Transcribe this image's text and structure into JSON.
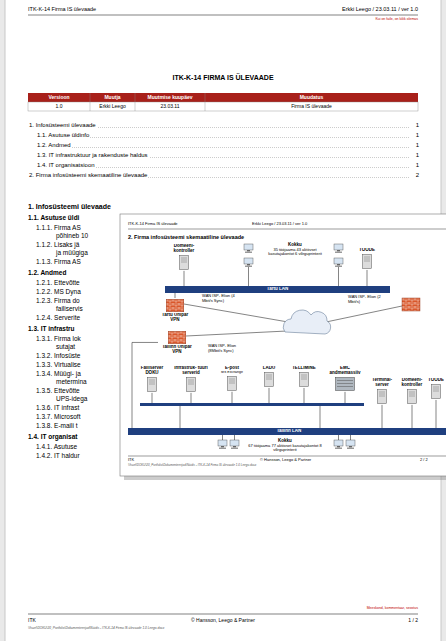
{
  "diagram": {
    "title": "ITK-K-14 FIRMA IS ÜLEVAADE",
    "nodes": [
      {
        "text": [
          "2. Firma infosüsteemi skemaatiline ülevaade"
        ]
      },
      {
        "text": [
          "Domeeni- kontroller"
        ],
        "in": 0
      },
      {
        "text": [
          "TOODE"
        ],
        "in": 0
      },
      {
        "text": [
          "Tartu LAN"
        ],
        "in": 0
      },
      {
        "text": [
          "Tartu Unipar VPN"
        ],
        "in": 0
      },
      {
        "text": [
          "Tallinn Unipar VPN"
        ],
        "in": 0
      },
      {
        "text": [
          "Failiserver DOKU"
        ],
        "in": 0
      },
      {
        "text": [
          "Infrastruk- tuuri serverid"
        ],
        "in": 0
      },
      {
        "text": [
          "E-post",
          "MS Exchange"
        ],
        "in": 0
      },
      {
        "text": [
          "LADU"
        ],
        "in": 0
      },
      {
        "text": [
          "TELLIMINE"
        ],
        "in": 0
      },
      {
        "text": [
          "EMC andmemassiiv"
        ],
        "in": 0
      },
      {
        "text": [
          "Terminal- server"
        ],
        "in": 0
      },
      {
        "text": [
          "Domeeni- kontroller"
        ],
        "in": 0
      },
      {
        "text": [
          "TOODE"
        ],
        "in": 0
      },
      {
        "text": [
          "Tallinn LAN"
        ],
        "in": 0
      }
    ],
    "edges": [
      {
        "from": 1,
        "to": 3,
        "arrow": "none"
      },
      {
        "from": 2,
        "to": 3,
        "arrow": "none"
      },
      {
        "from": 3,
        "to": 4,
        "arrow": "none"
      },
      {
        "from": 5,
        "to": 15,
        "arrow": "none"
      },
      {
        "from": 12,
        "to": 15,
        "arrow": "none"
      },
      {
        "from": 13,
        "to": 15,
        "arrow": "none"
      },
      {
        "from": 14,
        "to": 15,
        "arrow": "none"
      }
    ],
    "labels": [
      "ITK-K-14 Firma IS ülevaade",
      "Erkki Leego / 23.03.11 / ver 1.0",
      "Kui on faile, on kõik olemas",
      "Versioon",
      "Muutja",
      "Muutmise kuupäev",
      "Muudatus",
      "1.0",
      "Erkki Leego",
      "23.03.11",
      "Firma IS ülevaade",
      "1. Infosüsteemi ülevaade",
      "1",
      "1.1. Asutuse üldinfo",
      "1",
      "1.2. Andmed",
      "1",
      "1.3. IT infrastruktuur ja rakenduste haldus",
      "1",
      "1.4. IT organisatsioon",
      "1",
      "2. Firma infosüsteemi skemaatiline ülevaade",
      "2",
      "1. Infosüsteemi ülevaade",
      "1.1. Asutuse üldi",
      "1.1.1. Firma AS",
      "põhineb 10",
      "1.1.2. Lisaks jä",
      "ja müügiga",
      "1.1.3. Firma AS",
      "1.2. Andmed",
      "1.2.1. Ettevõtte",
      "1.2.2. MS Dyna",
      "1.2.3. Firma do",
      "failiservis",
      "1.2.4. Serverite",
      "1.3. IT infrastru",
      "1.3.1. Firma lok",
      "sutajat",
      "1.3.2. Infosüste",
      "1.3.3. Virtualise",
      "1.3.4. Müügi- ja",
      "metermina",
      "1.3.5. Ettevõtte",
      "UPS-idega",
      "1.3.6. IT infrast",
      "1.3.7. Microsoft",
      "1.3.8. E-maili t",
      "1.4. IT organisat",
      "1.4.1. Asutuse",
      "1.4.2. IT haldur",
      "Meeskond, kommentaar, seostus",
      "ITK",
      "© Hansson, Leego & Partner",
      "1 / 2",
      "\\\\fsuel\\DOKU\\20_Portfolio\\Dokumenteerijad\\Näidis - ITK-K-14 Firma IS ülevaade 1.0 Leego.docx",
      "ITK-K-14 Firma IS ülevaade",
      "Erkki Leego / 23.03.11 / ver 1.0",
      "Kokku",
      "35 tööjaama 43 aktiivset kasutajakontot 6 võrguprinterit",
      "WAN ISP- Elion (4 Mbit/s Sync)",
      "WAN ISP- Elion (2 Mbit/s)",
      "WAN ISP- Elion (8Mbit/s Sync)",
      "Kokku",
      "67 tööjaama 77 aktiivset kasutajakontot 8 võrguprinterit",
      "ITK",
      "© Hansson, Leego & Partner",
      "2 / 2",
      "\\\\fsuel\\DOKU\\20_Portfolio\\Dokumenteerijad\\Näidis - ITK-K-14 Firma IS ülevaade 1.0 Leego.docx"
    ]
  }
}
